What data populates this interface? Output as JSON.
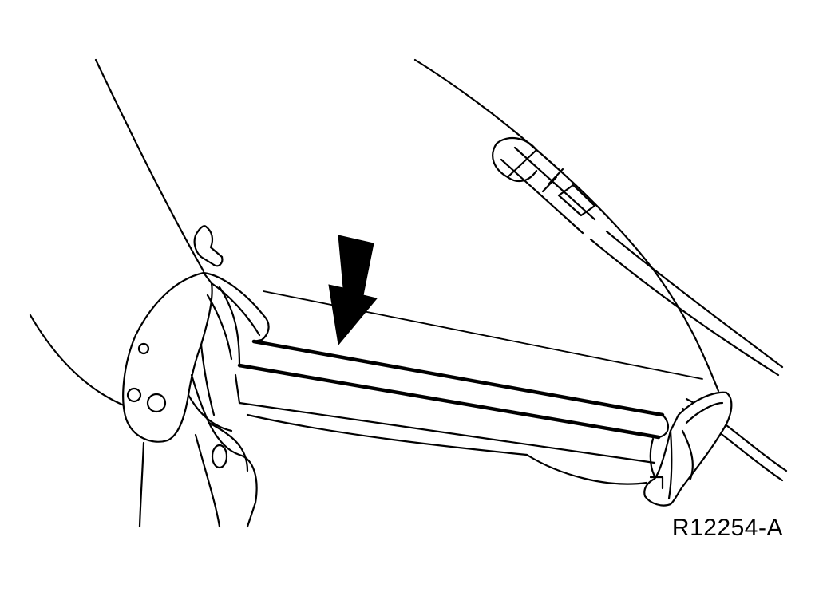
{
  "figure": {
    "reference_code": "R12254-A",
    "background_color": "#ffffff",
    "line_color": "#000000"
  },
  "parts": {
    "body_panel": "body-panel-outline",
    "hinge_bracket_left": "hinge-bracket-left",
    "hinge_bracket_right": "hinge-bracket-right",
    "cross_bar": "cross-bar",
    "retaining_clip": "retaining-clip",
    "cable": "cable-with-connector",
    "indicator": "down-arrow-indicator"
  }
}
